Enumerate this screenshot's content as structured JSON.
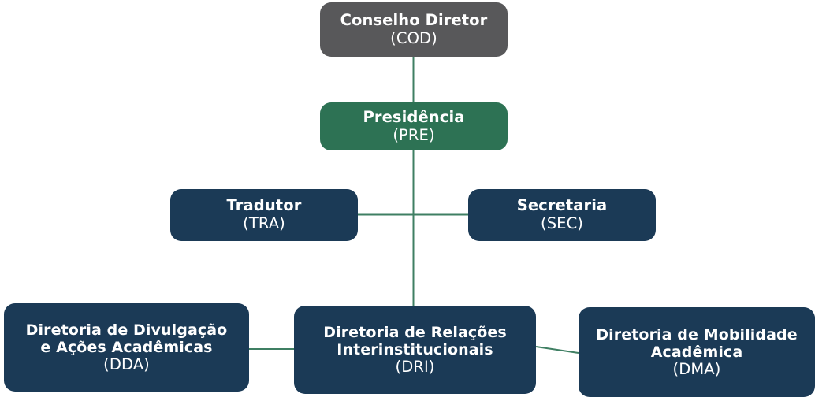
{
  "chart_data": {
    "type": "diagram",
    "diagram_kind": "organizational-chart",
    "title": "",
    "nodes": [
      {
        "id": "COD",
        "title": "Conselho Diretor",
        "acronym": "(COD)",
        "color": "#58585a",
        "level": 0
      },
      {
        "id": "PRE",
        "title": "Presidência",
        "acronym": "(PRE)",
        "color": "#2d7254",
        "level": 1
      },
      {
        "id": "TRA",
        "title": "Tradutor",
        "acronym": "(TRA)",
        "color": "#1b3a56",
        "level": 2
      },
      {
        "id": "SEC",
        "title": "Secretaria",
        "acronym": "(SEC)",
        "color": "#1b3a56",
        "level": 2
      },
      {
        "id": "DDA",
        "title": "Diretoria de Divulgação\ne Ações Acadêmicas",
        "acronym": "(DDA)",
        "color": "#1b3a56",
        "level": 3
      },
      {
        "id": "DRI",
        "title": "Diretoria de Relações\nInterinstitucionais",
        "acronym": "(DRI)",
        "color": "#1b3a56",
        "level": 3
      },
      {
        "id": "DMA",
        "title": "Diretoria de Mobilidade\nAcadêmica",
        "acronym": "(DMA)",
        "color": "#1b3a56",
        "level": 3
      }
    ],
    "edges": [
      {
        "from": "COD",
        "to": "PRE"
      },
      {
        "from": "PRE",
        "to": "TRA"
      },
      {
        "from": "PRE",
        "to": "SEC"
      },
      {
        "from": "PRE",
        "to": "DRI"
      },
      {
        "from": "DRI",
        "to": "DDA"
      },
      {
        "from": "DRI",
        "to": "DMA"
      }
    ],
    "connector_color": "#3f7f63",
    "text_color": "#ffffff"
  },
  "nodes": {
    "cod": {
      "title": "Conselho Diretor",
      "acronym": "(COD)"
    },
    "pre": {
      "title": "Presidência",
      "acronym": "(PRE)"
    },
    "tra": {
      "title": "Tradutor",
      "acronym": "(TRA)"
    },
    "sec": {
      "title": "Secretaria",
      "acronym": "(SEC)"
    },
    "dda": {
      "title": "Diretoria de Divulgação\ne Ações Acadêmicas",
      "acronym": "(DDA)"
    },
    "dri": {
      "title": "Diretoria de Relações\nInterinstitucionais",
      "acronym": "(DRI)"
    },
    "dma": {
      "title": "Diretoria de Mobilidade\nAcadêmica",
      "acronym": "(DMA)"
    }
  },
  "colors": {
    "council": "#58585a",
    "presidency": "#2d7254",
    "directorate": "#1b3a56",
    "connector": "#3f7f63",
    "text": "#ffffff",
    "background": "#ffffff"
  }
}
